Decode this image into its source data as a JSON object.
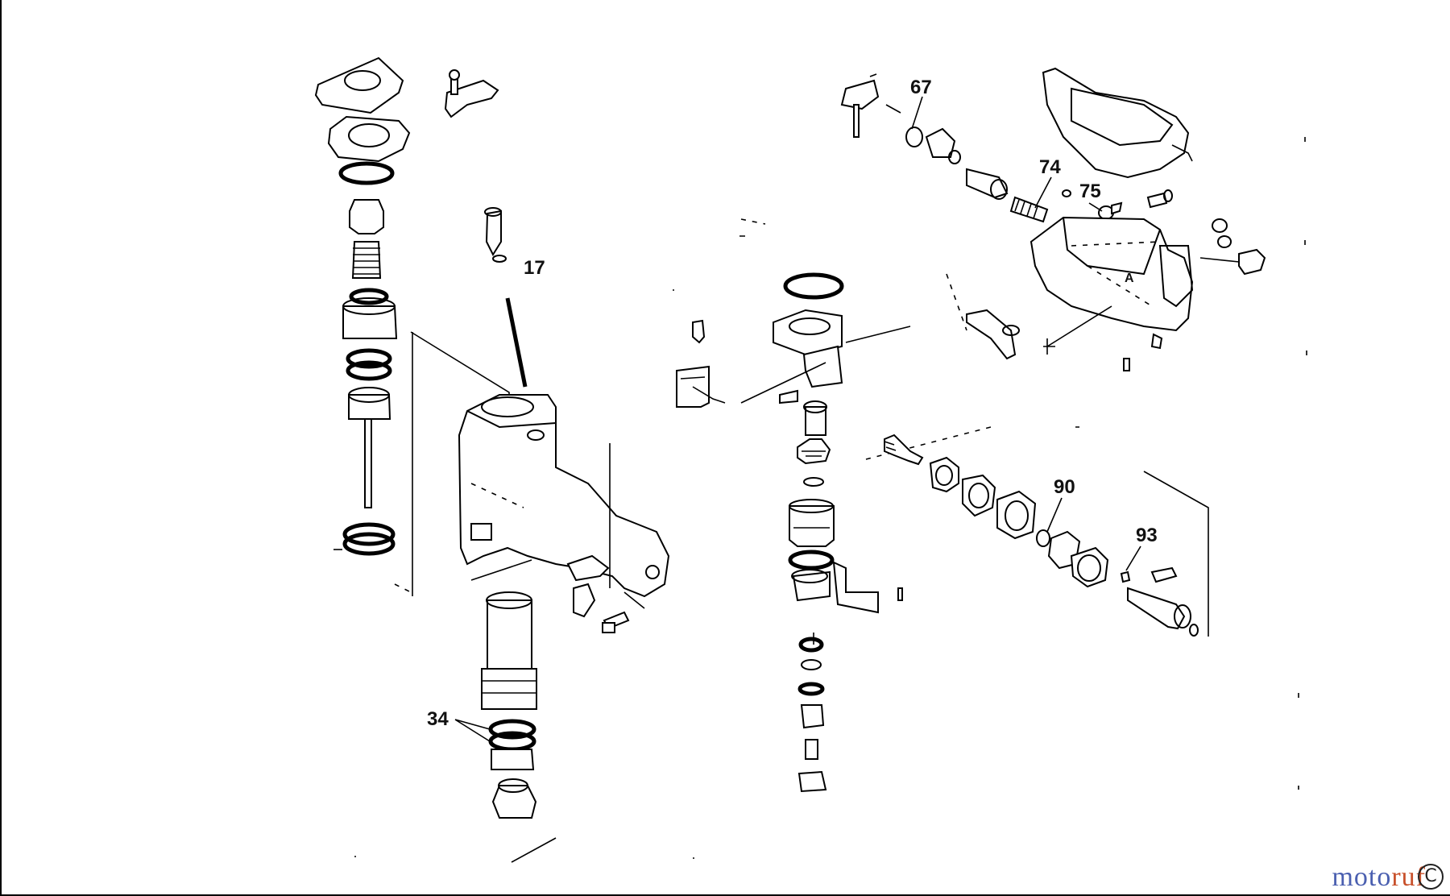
{
  "diagram": {
    "callouts": {
      "c17": "17",
      "c34": "34",
      "c67": "67",
      "c74": "74",
      "c75": "75",
      "c90": "90",
      "c93": "93",
      "detail_a": "A"
    }
  },
  "watermark": {
    "part1": "moto",
    "part2": "ruf"
  },
  "icons": {
    "corner": "copyright-c-icon"
  }
}
